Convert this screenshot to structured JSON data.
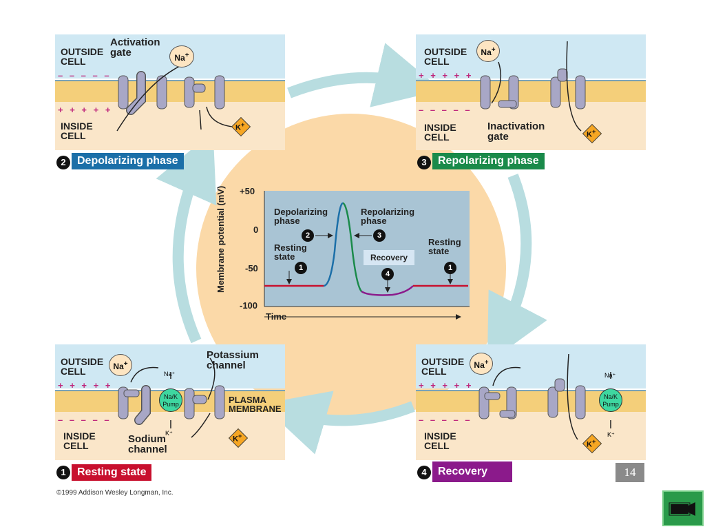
{
  "labels": {
    "outside_cell_a": "OUTSIDE",
    "outside_cell_b": "CELL",
    "inside_cell_a": "INSIDE",
    "inside_cell_b": "CELL",
    "activation_gate_a": "Activation",
    "activation_gate_b": "gate",
    "inactivation_gate_a": "Inactivation",
    "inactivation_gate_b": "gate",
    "potassium_channel_a": "Potassium",
    "potassium_channel_b": "channel",
    "plasma_membrane_a": "PLASMA",
    "plasma_membrane_b": "MEMBRANE",
    "sodium_channel_a": "Sodium",
    "sodium_channel_b": "channel",
    "na_ion": "Na",
    "k_ion": "K",
    "plus": "+",
    "pump_a": "Na/K",
    "pump_b": "Pump",
    "pump_na": "Na⁺",
    "pump_k": "K⁺",
    "plus_row": "+ + + + +",
    "minus_row": "– – – – –"
  },
  "phases": {
    "resting": {
      "num": "1",
      "label": "Resting state",
      "color": "#c8102e"
    },
    "depolarizing": {
      "num": "2",
      "label": "Depolarizing phase",
      "color": "#1b6fa8"
    },
    "repolarizing": {
      "num": "3",
      "label": "Repolarizing phase",
      "color": "#1a8a4a"
    },
    "recovery": {
      "num": "4",
      "label": "Recovery",
      "color": "#8b1a8b"
    }
  },
  "graph": {
    "ylabel": "Membrane potential (mV)",
    "xlabel": "Time",
    "yticks": [
      "+50",
      "0",
      "-50",
      "-100"
    ],
    "depolarizing_a": "Depolarizing",
    "depolarizing_b": "phase",
    "repolarizing_a": "Repolarizing",
    "repolarizing_b": "phase",
    "resting_a": "Resting",
    "resting_b": "state",
    "recovery_box": "Recovery",
    "marker_1": "1",
    "marker_2": "2",
    "marker_3": "3",
    "marker_4": "4"
  },
  "footer": {
    "copyright": "©1999 Addison Wesley Longman, Inc.",
    "page_number": "14"
  },
  "colors": {
    "accent_resting": "#c8102e",
    "accent_depol": "#1b6fa8",
    "accent_repol": "#1a8a4a",
    "accent_recovery": "#8b1a8b",
    "arrow_circle": "#b8dde0",
    "center_disc": "#fbd9a8",
    "graph_bg": "#a9c4d4"
  },
  "icons": {
    "nav": "movie-camera-icon"
  }
}
